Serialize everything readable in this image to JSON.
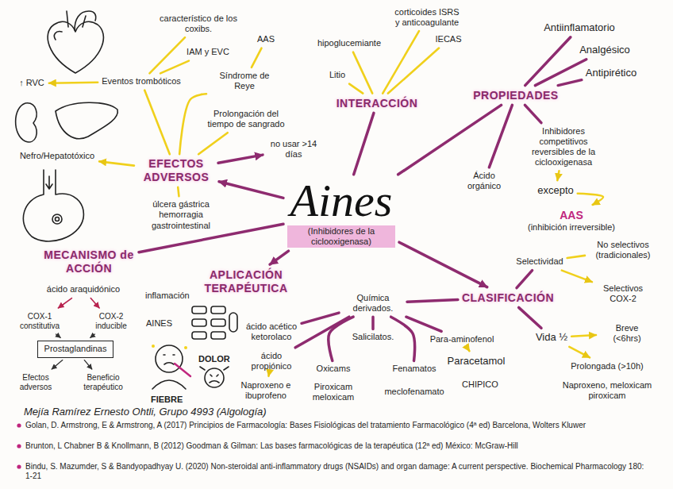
{
  "diagram": {
    "nodes": [
      {
        "text": [
          "Aines",
          "(Inhibidores de la ciclooxigenasa)"
        ]
      },
      {
        "text": [
          "PROPIEDADES"
        ]
      },
      {
        "text": [
          "Antiinflamatorio"
        ]
      },
      {
        "text": [
          "Analgésico"
        ]
      },
      {
        "text": [
          "Antipirético"
        ]
      },
      {
        "text": [
          "Inhibidores competitivos reversibles de la ciclooxigenasa"
        ]
      },
      {
        "text": [
          "excepto"
        ]
      },
      {
        "text": [
          "AAS",
          "(inhibición irreversible)"
        ]
      },
      {
        "text": [
          "Ácido orgánico"
        ]
      },
      {
        "text": [
          "INTERACCIÓN"
        ]
      },
      {
        "text": [
          "corticoides ISRS y anticoagulante"
        ]
      },
      {
        "text": [
          "hipoglucemiante"
        ]
      },
      {
        "text": [
          "IECAS"
        ]
      },
      {
        "text": [
          "Litio"
        ]
      },
      {
        "text": [
          "EFECTOS ADVERSOS"
        ]
      },
      {
        "text": [
          "Eventos trombóticos"
        ]
      },
      {
        "text": [
          "característico de los coxibs."
        ]
      },
      {
        "text": [
          "IAM y EVC"
        ]
      },
      {
        "text": [
          "AAS"
        ]
      },
      {
        "text": [
          "Síndrome de Reye"
        ]
      },
      {
        "text": [
          "Prolongación del tiempo de sangrado"
        ]
      },
      {
        "text": [
          "no usar >14 días"
        ]
      },
      {
        "text": [
          "Nefro/Hepatotóxico"
        ]
      },
      {
        "text": [
          "↑ RVC"
        ]
      },
      {
        "text": [
          "úlcera gástrica hemorragia gastrointestinal"
        ]
      },
      {
        "text": [
          "MECANISMO de ACCIÓN"
        ]
      },
      {
        "text": [
          "ácido araquidónico"
        ]
      },
      {
        "text": [
          "COX-1 constitutiva"
        ]
      },
      {
        "text": [
          "COX-2 inducible"
        ]
      },
      {
        "text": [
          "Prostaglandinas"
        ]
      },
      {
        "text": [
          "Efectos adversos"
        ]
      },
      {
        "text": [
          "Beneficio terapéutico"
        ]
      },
      {
        "text": [
          "APLICACIÓN TERAPÉUTICA"
        ]
      },
      {
        "text": [
          "CLASIFICACIÓN"
        ]
      },
      {
        "text": [
          "Selectividad"
        ]
      },
      {
        "text": [
          "No selectivos (tradicionales)"
        ]
      },
      {
        "text": [
          "Selectivos COX-2"
        ]
      },
      {
        "text": [
          "Vida ½"
        ]
      },
      {
        "text": [
          "Breve (<6hrs)"
        ]
      },
      {
        "text": [
          "Prolongada (>10h)"
        ]
      },
      {
        "text": [
          "Naproxeno, meloxicam piroxicam"
        ]
      },
      {
        "text": [
          "Química derivados."
        ]
      },
      {
        "text": [
          "Salicilatos."
        ]
      },
      {
        "text": [
          "Para-aminofenol"
        ]
      },
      {
        "text": [
          "Paracetamol"
        ]
      },
      {
        "text": [
          "Oxicams"
        ]
      },
      {
        "text": [
          "Piroxicam meloxicam"
        ]
      },
      {
        "text": [
          "Fenamatos"
        ]
      },
      {
        "text": [
          "meclofenamato"
        ]
      },
      {
        "text": [
          "ácido acético ketorolaco"
        ]
      },
      {
        "text": [
          "ácido propiónico"
        ]
      },
      {
        "text": [
          "Naproxeno e ibuprofeno"
        ]
      }
    ],
    "edges": [
      {
        "from": 0,
        "to": 1,
        "arrow": "none"
      },
      {
        "from": 1,
        "to": 2,
        "arrow": "none"
      },
      {
        "from": 1,
        "to": 3,
        "arrow": "none"
      },
      {
        "from": 1,
        "to": 4,
        "arrow": "none"
      },
      {
        "from": 1,
        "to": 5,
        "arrow": "none"
      },
      {
        "from": 5,
        "to": 6,
        "arrow": "to"
      },
      {
        "from": 6,
        "to": 7,
        "arrow": "to"
      },
      {
        "from": 1,
        "to": 8,
        "arrow": "none"
      },
      {
        "from": 0,
        "to": 9,
        "arrow": "none"
      },
      {
        "from": 9,
        "to": 10,
        "arrow": "none"
      },
      {
        "from": 9,
        "to": 11,
        "arrow": "none"
      },
      {
        "from": 9,
        "to": 12,
        "arrow": "none"
      },
      {
        "from": 9,
        "to": 13,
        "arrow": "none"
      },
      {
        "from": 0,
        "to": 14,
        "arrow": "to"
      },
      {
        "from": 14,
        "to": 15,
        "arrow": "none"
      },
      {
        "from": 15,
        "to": 16,
        "arrow": "none"
      },
      {
        "from": 15,
        "to": 17,
        "arrow": "none"
      },
      {
        "from": 15,
        "to": 23,
        "arrow": "to"
      },
      {
        "from": 14,
        "to": 19,
        "arrow": "none"
      },
      {
        "from": 19,
        "to": 18,
        "arrow": "none"
      },
      {
        "from": 14,
        "to": 20,
        "arrow": "none"
      },
      {
        "from": 14,
        "to": 21,
        "arrow": "to"
      },
      {
        "from": 14,
        "to": 22,
        "arrow": "to"
      },
      {
        "from": 14,
        "to": 24,
        "arrow": "none"
      },
      {
        "from": 0,
        "to": 25,
        "arrow": "none"
      },
      {
        "from": 26,
        "to": 27,
        "arrow": "to"
      },
      {
        "from": 26,
        "to": 28,
        "arrow": "to"
      },
      {
        "from": 27,
        "to": 29,
        "arrow": "to"
      },
      {
        "from": 28,
        "to": 29,
        "arrow": "to"
      },
      {
        "from": 29,
        "to": 30,
        "arrow": "to"
      },
      {
        "from": 29,
        "to": 31,
        "arrow": "to"
      },
      {
        "from": 0,
        "to": 32,
        "arrow": "to"
      },
      {
        "from": 0,
        "to": 33,
        "arrow": "to"
      },
      {
        "from": 33,
        "to": 34,
        "arrow": "none"
      },
      {
        "from": 34,
        "to": 35,
        "arrow": "none"
      },
      {
        "from": 34,
        "to": 36,
        "arrow": "to"
      },
      {
        "from": 33,
        "to": 37,
        "arrow": "none"
      },
      {
        "from": 37,
        "to": 38,
        "arrow": "to"
      },
      {
        "from": 37,
        "to": 39,
        "arrow": "to"
      },
      {
        "from": 33,
        "to": 41,
        "arrow": "none"
      },
      {
        "from": 41,
        "to": 42,
        "arrow": "none"
      },
      {
        "from": 41,
        "to": 43,
        "arrow": "none"
      },
      {
        "from": 43,
        "to": 44,
        "arrow": "to"
      },
      {
        "from": 41,
        "to": 45,
        "arrow": "none"
      },
      {
        "from": 41,
        "to": 47,
        "arrow": "none"
      },
      {
        "from": 41,
        "to": 49,
        "arrow": "none"
      },
      {
        "from": 41,
        "to": 50,
        "arrow": "none"
      },
      {
        "from": 50,
        "to": 51,
        "arrow": "to"
      }
    ],
    "labels": [
      "inflamación",
      "AINES",
      "DOLOR",
      "FIEBRE",
      "CHIPICO",
      "Mejía Ramírez Ernesto Ohtli, Grupo 4993 (Algología)",
      "Golan, D. Armstrong, E & Armstrong, A (2017) Principios de Farmacología: Bases Fisiológicas del tratamiento Farmacológico (4ª ed) Barcelona, Wolters Kluwer",
      "Brunton, L Chabner B & Knollmann, B (2012) Goodman & Gilman: Las bases farmacológicas de la terapéutica (12ª ed) México: McGraw-Hill",
      "Bindu, S. Mazumder, S & Bandyopadhyay U. (2020) Non-steroidal anti-inflammatory drugs (NSAIDs) and organ damage: A current perspective. Biochemical Pharmacology 180: 1-21"
    ]
  }
}
